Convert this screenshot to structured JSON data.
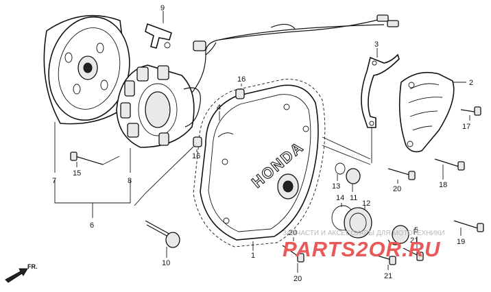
{
  "parts": [
    {
      "id": "p1",
      "label": "1"
    },
    {
      "id": "p2",
      "label": "2"
    },
    {
      "id": "p3",
      "label": "3"
    },
    {
      "id": "p4",
      "label": "4"
    },
    {
      "id": "p5",
      "label": "5"
    },
    {
      "id": "p6",
      "label": "6"
    },
    {
      "id": "p7",
      "label": "7"
    },
    {
      "id": "p8",
      "label": "8"
    },
    {
      "id": "p9",
      "label": "9"
    },
    {
      "id": "p10",
      "label": "10"
    },
    {
      "id": "p11",
      "label": "11"
    },
    {
      "id": "p12",
      "label": "12"
    },
    {
      "id": "p13",
      "label": "13"
    },
    {
      "id": "p14",
      "label": "14"
    },
    {
      "id": "p15",
      "label": "15"
    },
    {
      "id": "p16a",
      "label": "16"
    },
    {
      "id": "p16b",
      "label": "16"
    },
    {
      "id": "p17",
      "label": "17"
    },
    {
      "id": "p18",
      "label": "18"
    },
    {
      "id": "p19",
      "label": "19"
    },
    {
      "id": "p20a",
      "label": "20"
    },
    {
      "id": "p20b",
      "label": "20"
    },
    {
      "id": "p20c",
      "label": "20"
    },
    {
      "id": "p21a",
      "label": "21"
    },
    {
      "id": "p21b",
      "label": "21"
    }
  ],
  "cover_brand": "HONDA",
  "direction_marker": "FR.",
  "watermark": {
    "text": "ЗАПЧАСТИ И АКСЕССУАРЫ ДЛЯ МОТОТЕХНИКИ",
    "logo": "PARTS2OR.RU"
  }
}
